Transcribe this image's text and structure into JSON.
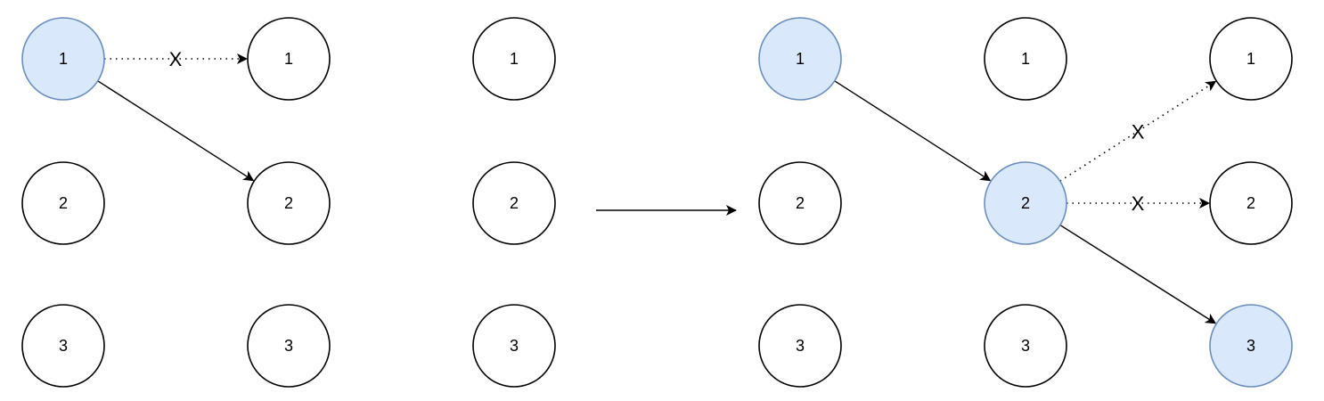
{
  "colors": {
    "node_fill": "#ffffff",
    "node_stroke": "#000000",
    "highlight_fill": "#dae8fc",
    "highlight_stroke": "#6c8ebf",
    "edge": "#000000"
  },
  "left_panel": {
    "columns": [
      {
        "nodes": [
          {
            "label": "1",
            "highlighted": true
          },
          {
            "label": "2",
            "highlighted": false
          },
          {
            "label": "3",
            "highlighted": false
          }
        ]
      },
      {
        "nodes": [
          {
            "label": "1",
            "highlighted": false
          },
          {
            "label": "2",
            "highlighted": false
          },
          {
            "label": "3",
            "highlighted": false
          }
        ]
      },
      {
        "nodes": [
          {
            "label": "1",
            "highlighted": false
          },
          {
            "label": "2",
            "highlighted": false
          },
          {
            "label": "3",
            "highlighted": false
          }
        ]
      }
    ],
    "edges": [
      {
        "from": "col0-1",
        "to": "col1-1",
        "style": "dotted",
        "label": "X"
      },
      {
        "from": "col0-1",
        "to": "col1-2",
        "style": "solid",
        "label": ""
      }
    ]
  },
  "transition_arrow": {
    "style": "solid"
  },
  "right_panel": {
    "columns": [
      {
        "nodes": [
          {
            "label": "1",
            "highlighted": true
          },
          {
            "label": "2",
            "highlighted": false
          },
          {
            "label": "3",
            "highlighted": false
          }
        ]
      },
      {
        "nodes": [
          {
            "label": "1",
            "highlighted": false
          },
          {
            "label": "2",
            "highlighted": true
          },
          {
            "label": "3",
            "highlighted": false
          }
        ]
      },
      {
        "nodes": [
          {
            "label": "1",
            "highlighted": false
          },
          {
            "label": "2",
            "highlighted": false
          },
          {
            "label": "3",
            "highlighted": true
          }
        ]
      }
    ],
    "edges": [
      {
        "from": "col0-1",
        "to": "col1-2",
        "style": "solid",
        "label": ""
      },
      {
        "from": "col1-2",
        "to": "col2-1",
        "style": "dotted",
        "label": "X"
      },
      {
        "from": "col1-2",
        "to": "col2-2",
        "style": "dotted",
        "label": "X"
      },
      {
        "from": "col1-2",
        "to": "col2-3",
        "style": "solid",
        "label": ""
      }
    ]
  }
}
